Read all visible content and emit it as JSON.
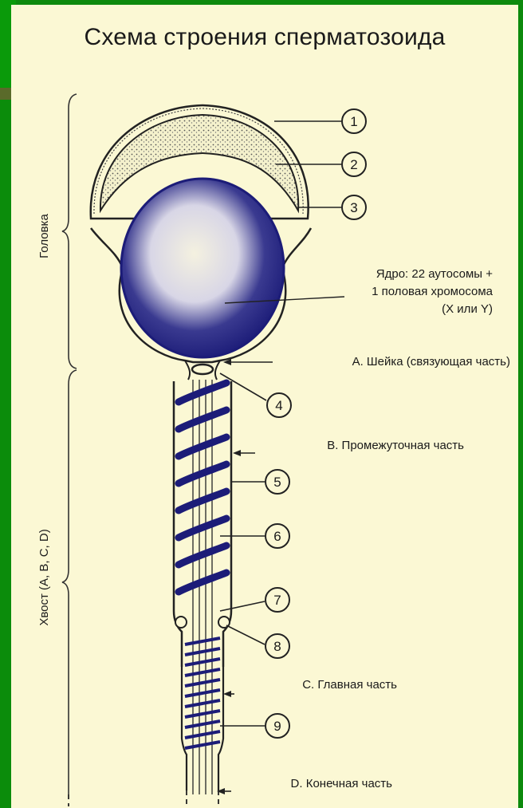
{
  "title": "Схема строения сперматозоида",
  "regions": {
    "head": "Головка",
    "tail": "Хвост (A, B, C, D)"
  },
  "nucleus_label": [
    "Ядро: 22 аутосомы +",
    "1 половая хромосома",
    "(X или Y)"
  ],
  "section_labels": {
    "a": "A. Шейка (связующая часть)",
    "b": "B. Промежуточная часть",
    "c": "C. Главная часть",
    "d": "D. Конечная часть"
  },
  "markers": [
    "1",
    "2",
    "3",
    "4",
    "5",
    "6",
    "7",
    "8",
    "9"
  ],
  "colors": {
    "frame": "#0d8a0d",
    "paper": "#fbf8d4",
    "ink": "#1a1a1a",
    "nucleus": "#1c1c78"
  }
}
